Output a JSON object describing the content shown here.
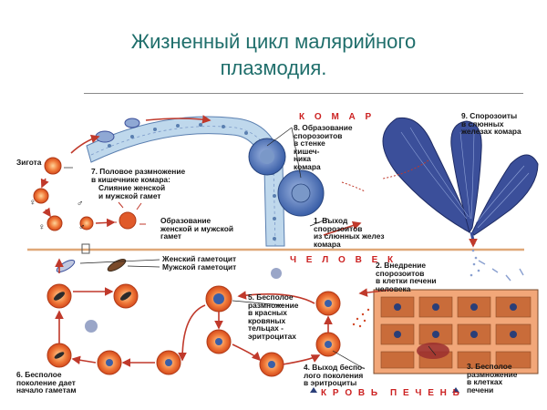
{
  "title": {
    "line1": "Жизненный цикл малярийного",
    "line2": "плазмодия."
  },
  "host_labels": {
    "mosquito": "К О М А Р",
    "human": "Ч Е Л О В Е К",
    "blood": "К Р О В Ь",
    "liver": "П Е Ч Е Н Ь"
  },
  "stages": {
    "zygote": "Зигота",
    "s7": [
      "7. Половое размножение",
      "в кишечнике комара:"
    ],
    "fusion": [
      "Слияние женской",
      "и мужской гамет"
    ],
    "gamete_form": [
      "Образование",
      "женской и мужской",
      "гамет"
    ],
    "s8": [
      "8. Образование",
      "спорозоитов",
      "в стенке",
      "кишеч-",
      "ника",
      "комара"
    ],
    "s9": [
      "9. Спорозоиты",
      "в слюнных",
      "железах комара"
    ],
    "s1": [
      "1. Выход",
      "спорозоитов",
      "из слюнных желез",
      "комара"
    ],
    "female_gametocyte": "Женский гаметоцит",
    "male_gametocyte": "Мужской гаметоцит",
    "s2": [
      "2. Внедрение",
      "спорозоитов",
      "в клетки печени",
      "человека"
    ],
    "s5": [
      "5. Бесполое",
      "размножение",
      "в красных",
      "кровяных",
      "тельцах -",
      "эритроцитах"
    ],
    "s6": [
      "6. Бесполое",
      "поколение дает",
      "начало гаметам"
    ],
    "s4": [
      "4. Выход беспо-",
      "лого поколения",
      "в эритроциты"
    ],
    "s3": [
      "3. Бесполое",
      "размножение",
      "в клетках",
      "печени"
    ]
  },
  "symbols": {
    "female": "♀",
    "male": "♂"
  },
  "colors": {
    "title": "#1f6e6b",
    "host_label": "#cc2222",
    "cell_fill": "#e8502a",
    "cell_core": "#3a5fa8",
    "arrow": "#c0392b",
    "gland": "#3b4f9a",
    "divider": "#e0a878"
  }
}
